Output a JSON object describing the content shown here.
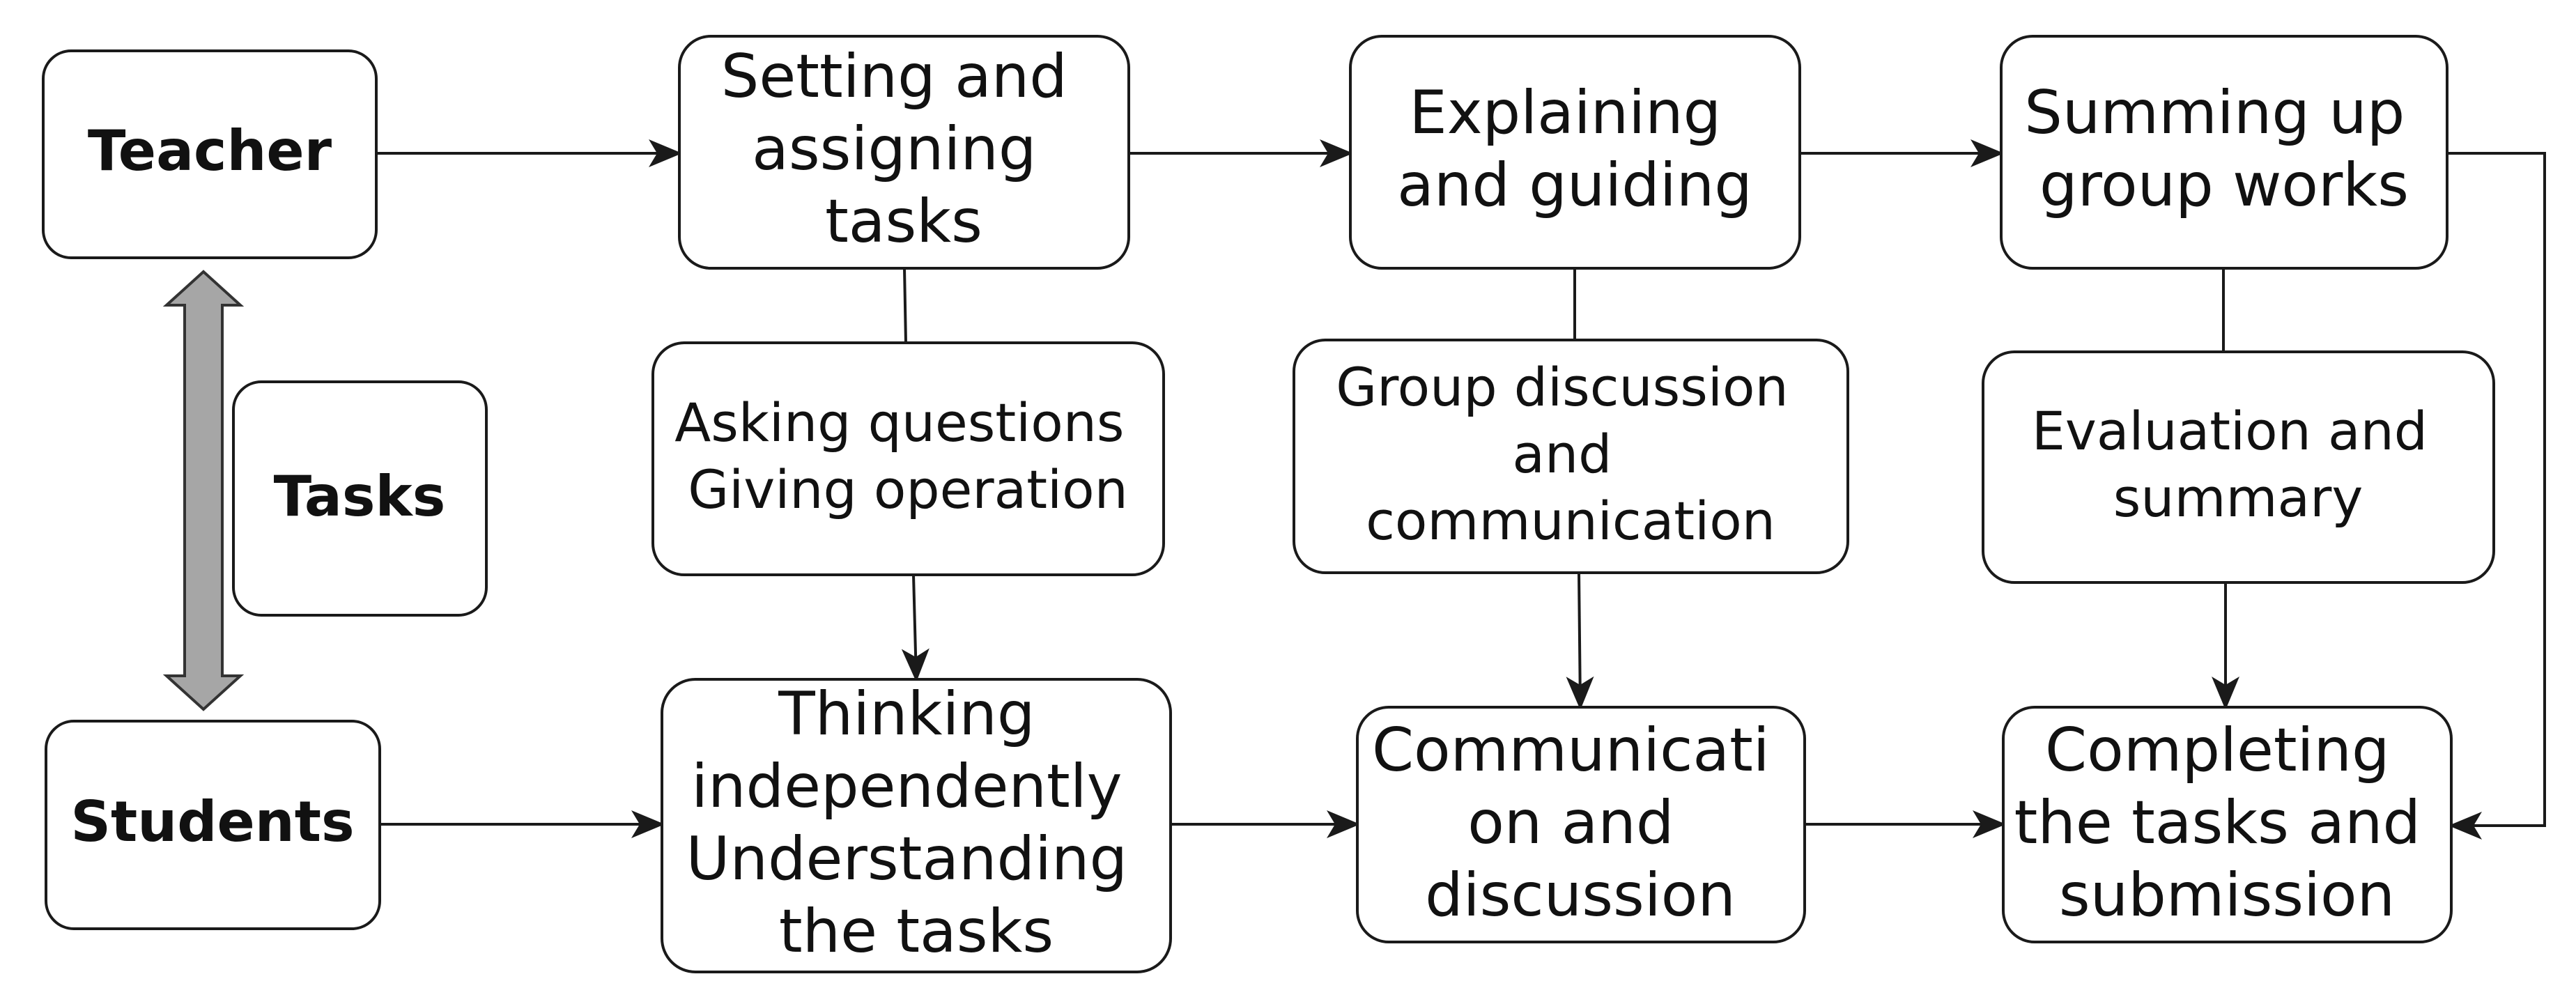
{
  "diagram": {
    "roles": {
      "teacher": "Teacher",
      "tasks": "Tasks",
      "students": "Students"
    },
    "teacher_row": [
      {
        "id": "setting",
        "lines": [
          "Setting and",
          "assigning",
          "tasks"
        ]
      },
      {
        "id": "explaining",
        "lines": [
          "Explaining",
          "and guiding"
        ]
      },
      {
        "id": "summing",
        "lines": [
          "Summing up",
          "group works"
        ]
      }
    ],
    "middle_row": [
      {
        "id": "asking",
        "lines": [
          "Asking questions",
          "Giving operation"
        ]
      },
      {
        "id": "group-discussion",
        "lines": [
          "Group discussion",
          "and",
          "communication"
        ]
      },
      {
        "id": "evaluation",
        "lines": [
          "Evaluation and",
          "summary"
        ]
      }
    ],
    "student_row": [
      {
        "id": "thinking",
        "lines": [
          "Thinking",
          "independently",
          "Understanding",
          "the tasks"
        ]
      },
      {
        "id": "communication",
        "lines": [
          "Communicati",
          "on and",
          "discussion"
        ]
      },
      {
        "id": "completing",
        "lines": [
          "Completing",
          "the tasks and",
          "submission"
        ]
      }
    ],
    "colors": {
      "box_border": "#1a1a1a",
      "box_fill": "#ffffff",
      "double_arrow_fill": "#a6a6a6",
      "text": "#111111"
    }
  }
}
